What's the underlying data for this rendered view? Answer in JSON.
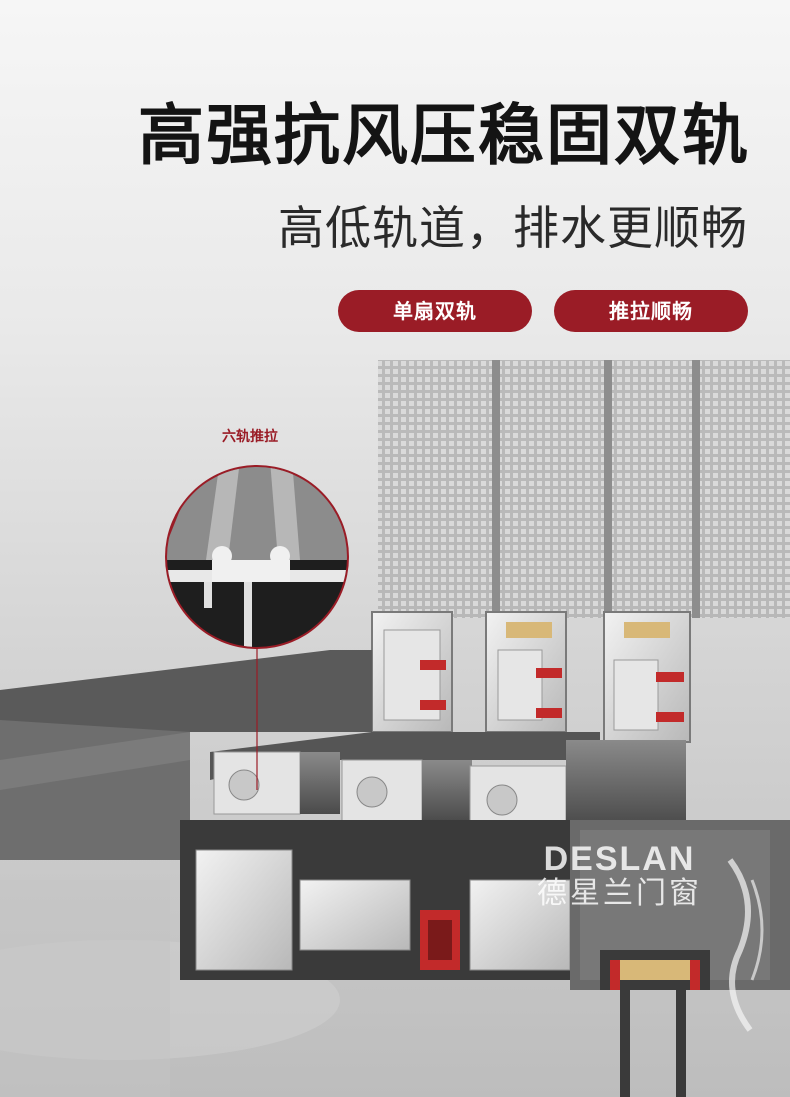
{
  "headline": "高强抗风压稳固双轨",
  "subline": "高低轨道，排水更顺畅",
  "tags": [
    "单扇双轨",
    "推拉顺畅"
  ],
  "callout": {
    "label": "六轨推拉"
  },
  "brand": {
    "name_en": "DESLAN",
    "name_cn": "德星兰门窗"
  },
  "colors": {
    "accent": "#9a1c26",
    "headline": "#141414",
    "background": "#e4e4e4"
  }
}
